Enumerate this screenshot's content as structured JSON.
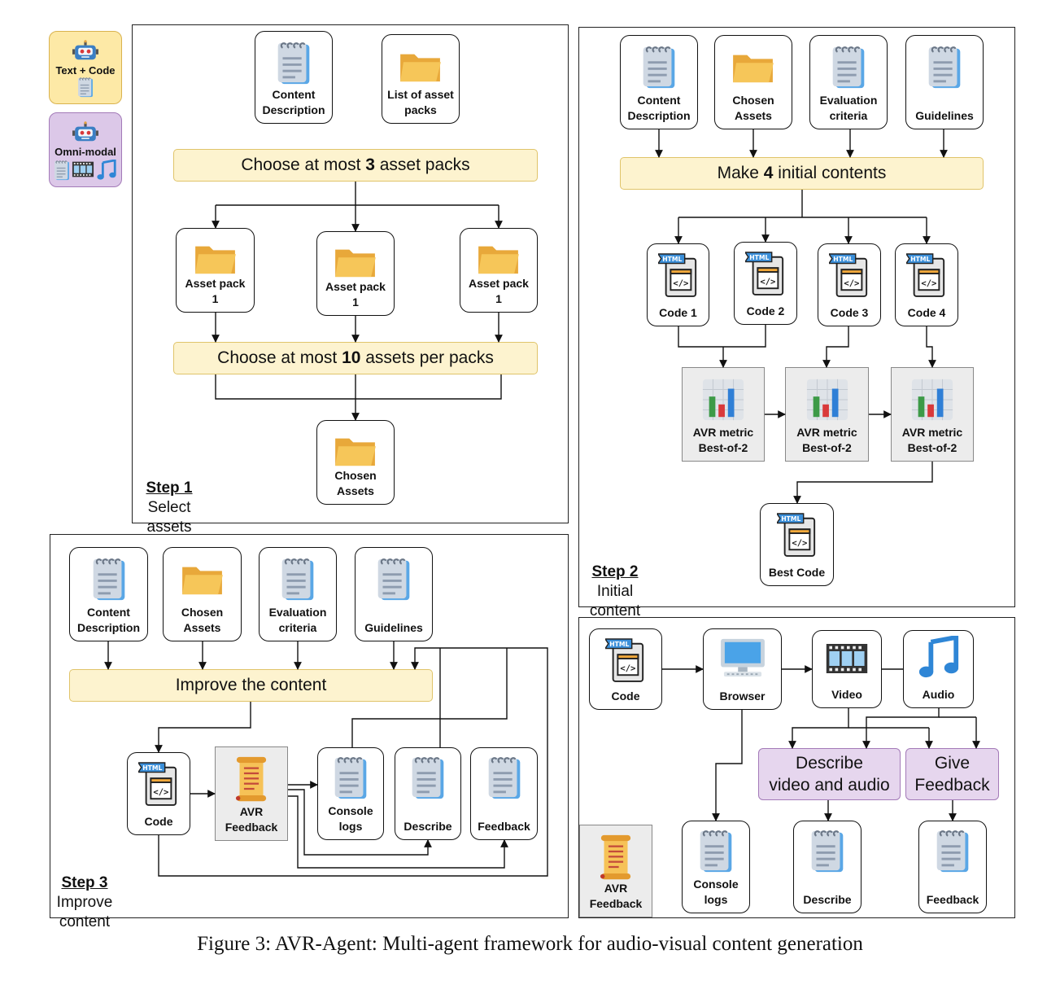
{
  "legend": {
    "text_code": "Text + Code",
    "omni_modal": "Omni-modal"
  },
  "step1": {
    "title": "Step 1",
    "subtitle": "Select\nassets",
    "content_description": "Content\nDescription",
    "list_of_asset_packs": "List of asset\npacks",
    "choose_packs": {
      "pre": "Choose at most ",
      "num": "3",
      "post": " asset packs"
    },
    "asset_packs": [
      "Asset pack\n1",
      "Asset pack\n1",
      "Asset pack\n1"
    ],
    "choose_assets": {
      "pre": "Choose at most ",
      "num": "10",
      "post": " assets per packs"
    },
    "chosen_assets": "Chosen\nAssets"
  },
  "step2": {
    "title": "Step 2",
    "subtitle": "Initial\ncontent",
    "inputs": [
      "Content\nDescription",
      "Chosen\nAssets",
      "Evaluation\ncriteria",
      "Guidelines"
    ],
    "make": {
      "pre": "Make ",
      "num": "4",
      "post": " initial contents"
    },
    "codes": [
      "Code 1",
      "Code 2",
      "Code 3",
      "Code 4"
    ],
    "metrics": [
      "AVR metric\nBest-of-2",
      "AVR metric\nBest-of-2",
      "AVR metric\nBest-of-2"
    ],
    "best_code": "Best Code"
  },
  "step3": {
    "title": "Step 3",
    "subtitle": "Improve\ncontent",
    "inputs": [
      "Content\nDescription",
      "Chosen\nAssets",
      "Evaluation\ncriteria",
      "Guidelines"
    ],
    "improve": "Improve the content",
    "code": "Code",
    "avr_feedback": "AVR\nFeedback",
    "outputs": [
      "Console\nlogs",
      "Describe",
      "Feedback"
    ]
  },
  "feedback_panel": {
    "code": "Code",
    "browser": "Browser",
    "video": "Video",
    "audio": "Audio",
    "describe_box": "Describe\nvideo and audio",
    "feedback_box": "Give\nFeedback",
    "avr_feedback": "AVR\nFeedback",
    "console_logs": "Console\nlogs",
    "describe": "Describe",
    "feedback": "Feedback"
  },
  "caption": "Figure 3: AVR-Agent: Multi-agent framework for audio-visual content generation",
  "colors": {
    "yellow_fill": "#fdf3cf",
    "purple_fill": "#e6d6ee",
    "legend_yellow": "#fde9a6",
    "legend_purple": "#dcc8e8",
    "html_blue": "#3b8fd9"
  }
}
